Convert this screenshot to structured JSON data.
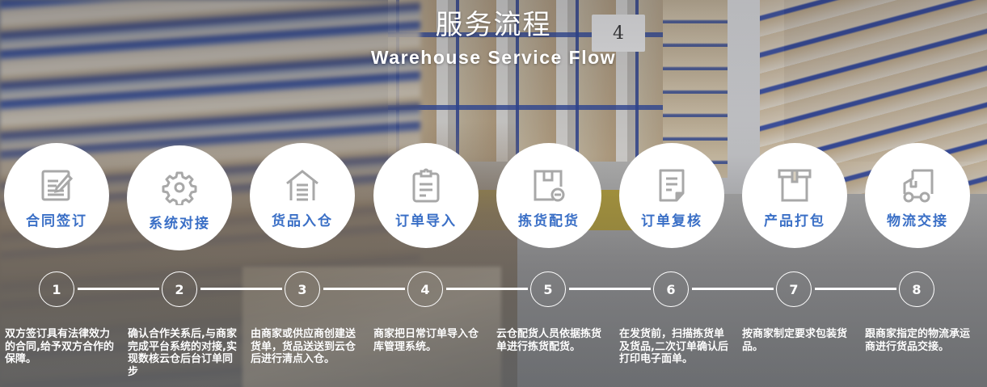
{
  "header": {
    "title_cn": "服务流程",
    "title_en": "Warehouse Service Flow"
  },
  "background": {
    "shelf_sign": "4"
  },
  "colors": {
    "label_blue": "#3a6fc6",
    "icon_gray": "#a8a8a8",
    "circle_bg": "#ffffff",
    "step_line": "#ffffff"
  },
  "steps": [
    {
      "number": "1",
      "icon": "contract-edit-icon",
      "label": "合同签订",
      "description": "双方签订具有法律效力的合同,给予双方合作的保障。"
    },
    {
      "number": "2",
      "icon": "gear-icon",
      "label": "系统对接",
      "description": "确认合作关系后,与商家完成平台系统的对接,实现数核云仓后台订单同步"
    },
    {
      "number": "3",
      "icon": "warehouse-icon",
      "label": "货品入仓",
      "description": "由商家或供应商创建送货单，货品送送到云仓后进行清点入仓。"
    },
    {
      "number": "4",
      "icon": "clipboard-icon",
      "label": "订单导入",
      "description": "商家把日常订单导入仓库管理系统。"
    },
    {
      "number": "5",
      "icon": "package-minus-icon",
      "label": "拣货配货",
      "description": "云仓配货人员依据拣货单进行拣货配货。"
    },
    {
      "number": "6",
      "icon": "document-icon",
      "label": "订单复核",
      "description": "在发货前，扫描拣货单及货品,二次订单确认后打印电子面单。"
    },
    {
      "number": "7",
      "icon": "box-icon",
      "label": "产品打包",
      "description": "按商家制定要求包装货品。"
    },
    {
      "number": "8",
      "icon": "truck-icon",
      "label": "物流交接",
      "description": "跟商家指定的物流承运商进行货品交接。"
    }
  ]
}
